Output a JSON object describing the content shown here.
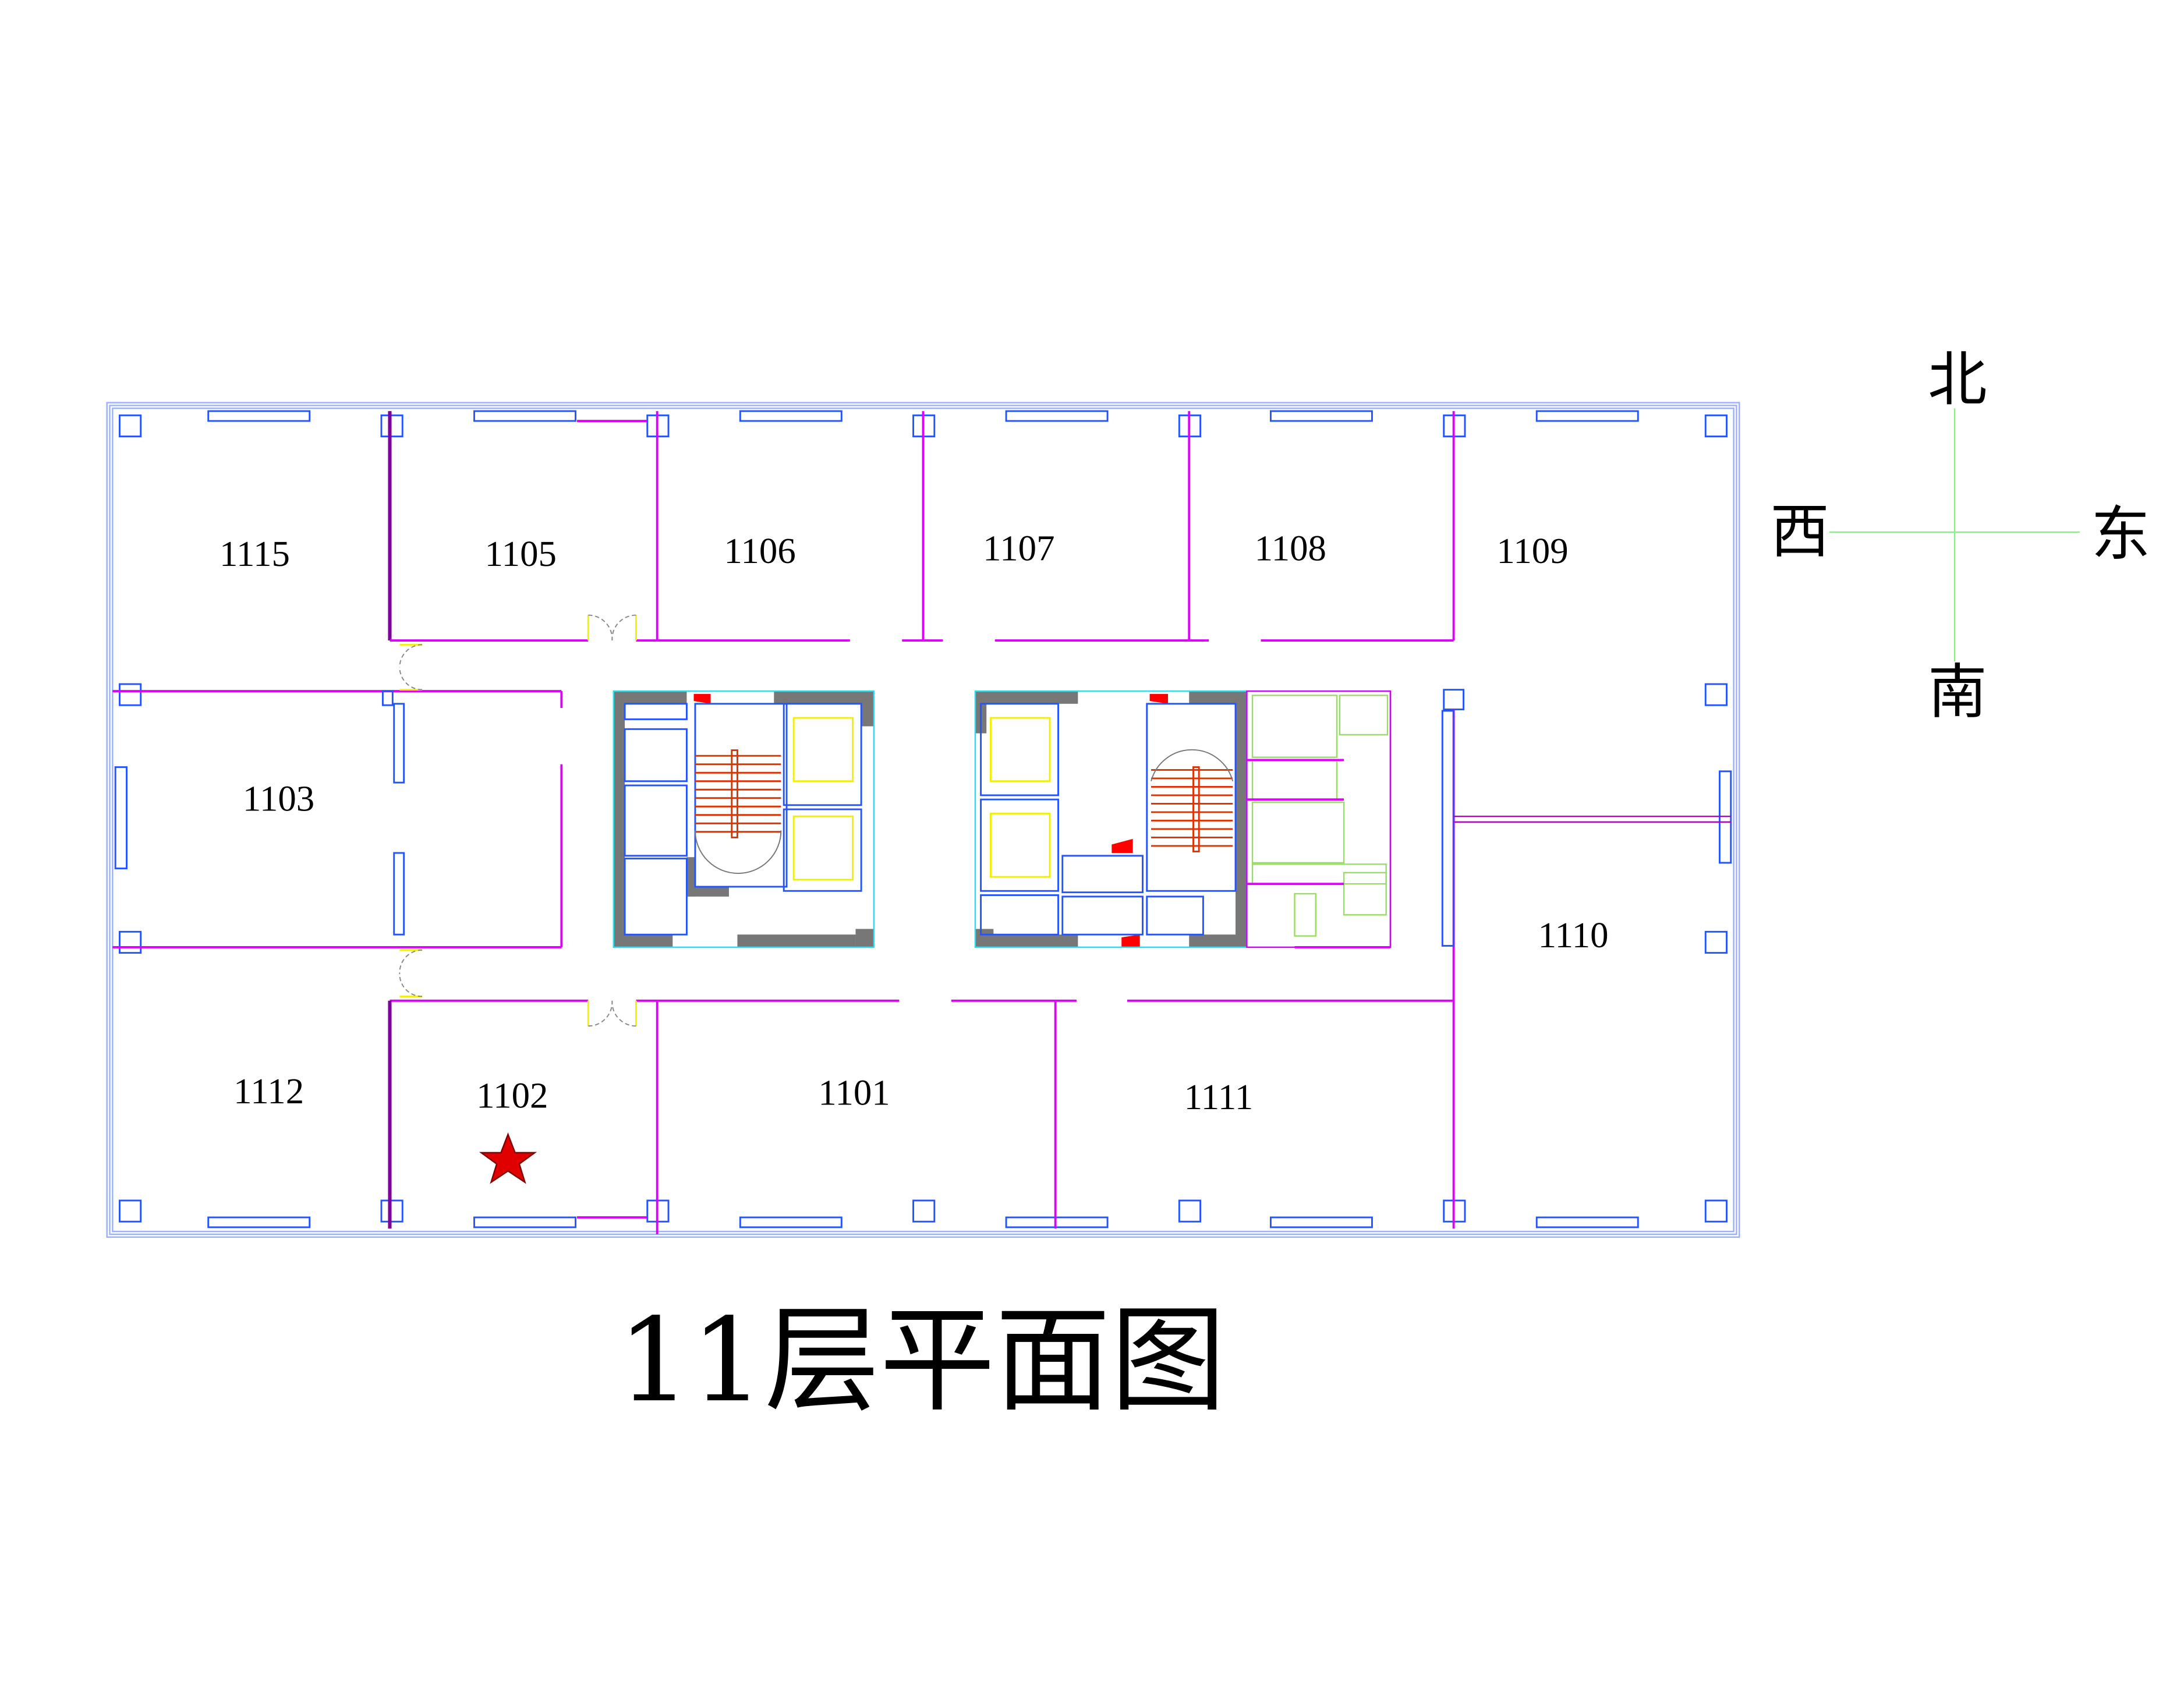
{
  "plan": {
    "title": "11层平面图",
    "rooms": {
      "r1115": "1115",
      "r1105": "1105",
      "r1106": "1106",
      "r1107": "1107",
      "r1108": "1108",
      "r1109": "1109",
      "r1103": "1103",
      "r1110": "1110",
      "r1112": "1112",
      "r1102": "1102",
      "r1101": "1101",
      "r1111": "1111"
    },
    "marker": {
      "room": "1102",
      "icon": "star-icon",
      "color": "#e00000"
    }
  },
  "compass": {
    "north": "北",
    "south": "南",
    "east": "东",
    "west": "西",
    "line_color": "#88ee88"
  },
  "colors": {
    "wall": "#e000ff",
    "window": "#2255ff",
    "core": "#777777",
    "star": "#e00000"
  }
}
